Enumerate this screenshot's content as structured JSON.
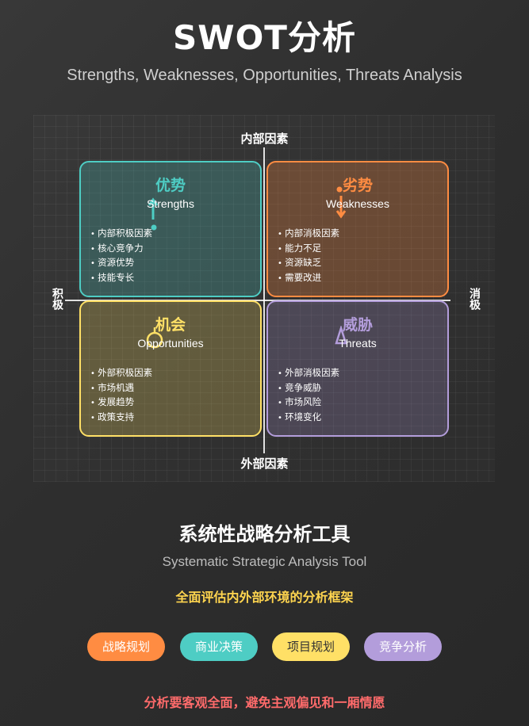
{
  "header": {
    "title": "SWOT分析",
    "subtitle": "Strengths, Weaknesses, Opportunities, Threats Analysis"
  },
  "axes": {
    "top": "内部因素",
    "bottom": "外部因素",
    "left": "积极",
    "right": "消极"
  },
  "quadrants": {
    "strengths": {
      "title": "优势",
      "english": "Strengths",
      "color": "#4ecdc4",
      "icon": "arrow-up-icon",
      "items": [
        "内部积极因素",
        "核心竞争力",
        "资源优势",
        "技能专长"
      ]
    },
    "weaknesses": {
      "title": "劣势",
      "english": "Weaknesses",
      "color": "#ff8c42",
      "icon": "arrow-down-icon",
      "items": [
        "内部消极因素",
        "能力不足",
        "资源缺乏",
        "需要改进"
      ]
    },
    "opportunities": {
      "title": "机会",
      "english": "Opportunities",
      "color": "#ffe066",
      "icon": "target-circle-icon",
      "items": [
        "外部积极因素",
        "市场机遇",
        "发展趋势",
        "政策支持"
      ]
    },
    "threats": {
      "title": "威胁",
      "english": "Threats",
      "color": "#b39ddb",
      "icon": "warning-triangle-icon",
      "items": [
        "外部消极因素",
        "竞争威胁",
        "市场风险",
        "环境变化"
      ]
    }
  },
  "summary": {
    "title": "系统性战略分析工具",
    "subtitle": "Systematic Strategic Analysis Tool",
    "note": "全面评估内外部环境的分析框架"
  },
  "tags": [
    "战略规划",
    "商业决策",
    "项目规划",
    "竞争分析"
  ],
  "footer": {
    "note": "分析要客观全面，避免主观偏见和一厢情愿"
  }
}
